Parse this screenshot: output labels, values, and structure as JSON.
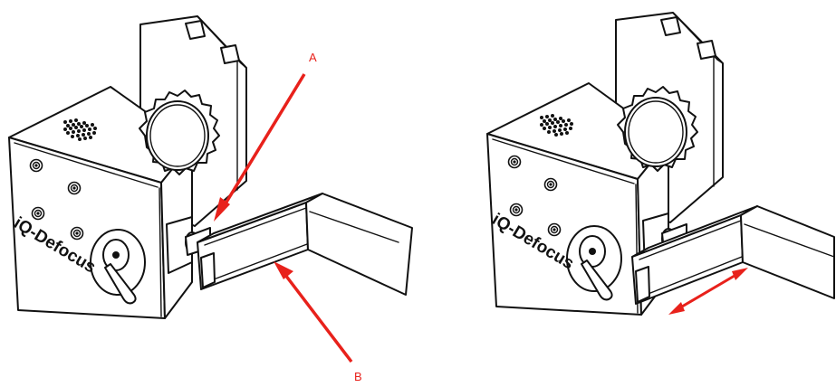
{
  "figure": {
    "left_panel": {
      "device_label": "iQ-Defocus",
      "callout_a": "A",
      "callout_b": "B"
    },
    "right_panel": {
      "device_label": "iQ-Defocus"
    }
  },
  "colors": {
    "annotation": "#e8211b",
    "outline": "#111111",
    "background": "#ffffff"
  },
  "icons": [
    "knurled-knob-icon",
    "vent-holes-icon",
    "logo-dial-icon",
    "screw-icon",
    "double-arrow-icon"
  ]
}
